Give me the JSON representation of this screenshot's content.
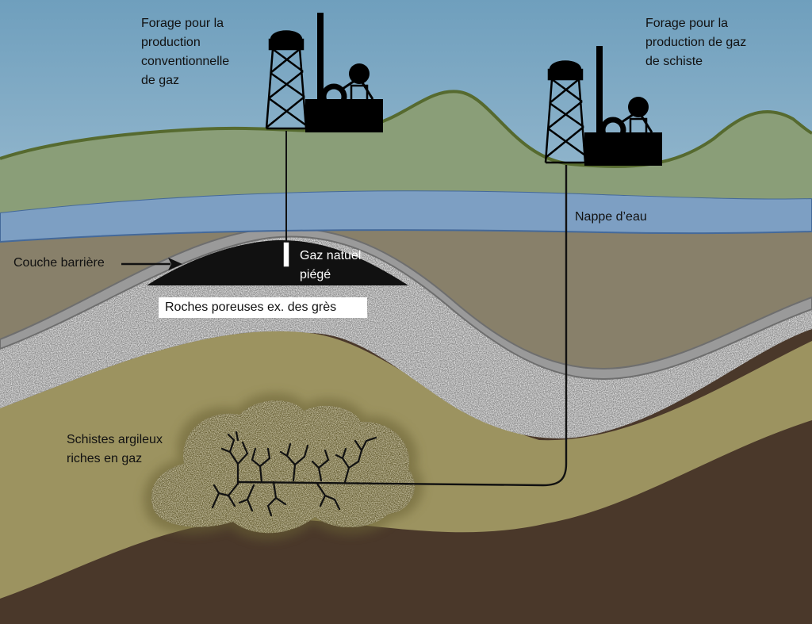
{
  "labels": {
    "conventional_drilling": [
      "Forage pour la",
      "production",
      "conventionnelle",
      "de gaz"
    ],
    "shale_drilling": [
      "Forage pour la",
      "production de gaz",
      "de schiste"
    ],
    "water_table": "Nappe d’eau",
    "barrier_layer": "Couche barrière",
    "trapped_gas": [
      "Gaz natuel",
      "piégé"
    ],
    "porous_rock": "Roches poreuses ex. des grès",
    "shale": [
      "Schistes argileux",
      "riches en gaz"
    ]
  },
  "colors": {
    "sky_top": "#6f9fbd",
    "sky_bottom": "#e4ecf1",
    "surface": "#8a9e78",
    "surface_edge": "#566a2f",
    "water": "#7d9fc3",
    "water_edge": "#44699a",
    "brown_layer": "#88806a",
    "barrier": "#9a9a9a",
    "porous_rock": "#8c8c8c",
    "olive_layer": "#9c9360",
    "bedrock": "#4a382a",
    "gas_pocket": "#111111",
    "shale_cloud": "#6b6236",
    "rig": "#000000"
  },
  "icons": [
    "drilling-rig-icon",
    "gas-plant-icon",
    "arrow-icon",
    "fracture-network-icon"
  ]
}
